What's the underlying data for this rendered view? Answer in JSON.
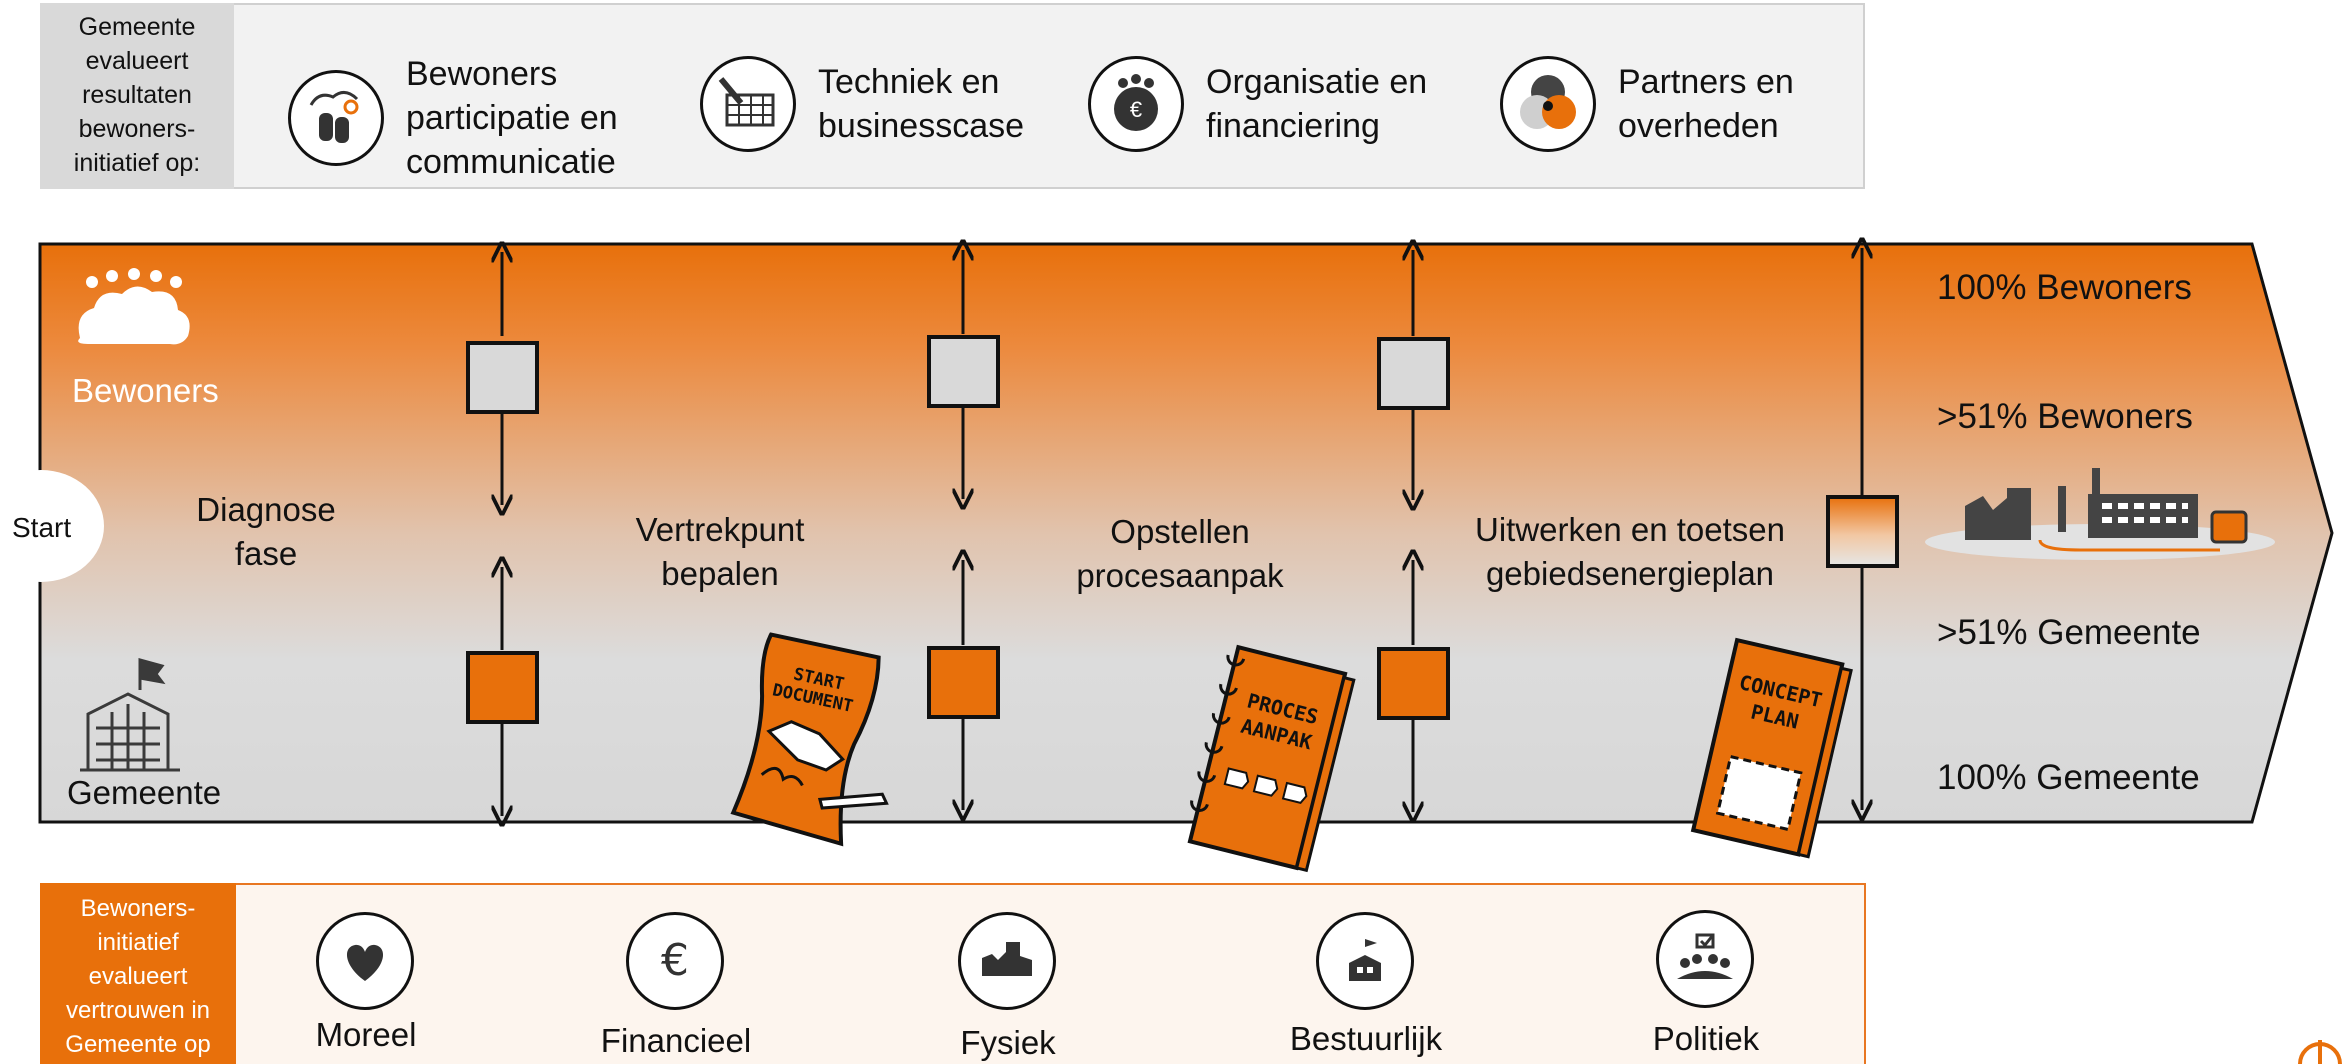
{
  "top_panel": {
    "label": "Gemeente\nevalueert\nresultaten\nbewoners-\ninitiatief op:",
    "criteria": [
      {
        "icon": "participation-icon",
        "text": "Bewoners\nparticipatie en\ncommunicatie"
      },
      {
        "icon": "technique-icon",
        "text": "Techniek en\nbusinesscase"
      },
      {
        "icon": "finance-icon",
        "text": "Organisatie en\nfinanciering"
      },
      {
        "icon": "partners-icon",
        "text": "Partners en\noverheden"
      }
    ]
  },
  "band": {
    "start": "Start",
    "residents_label": "Bewoners",
    "municipality_label": "Gemeente",
    "phases": [
      "Diagnose\nfase",
      "Vertrekpunt\nbepalen",
      "Opstellen\nprocesaanpak",
      "Uitwerken en toetsen\ngebiedsenergieplan"
    ],
    "levels": [
      "100% Bewoners",
      ">51% Bewoners",
      ">51% Gemeente",
      "100% Gemeente"
    ],
    "documents": [
      {
        "icon": "start-document-icon",
        "text": "START\nDOCUMENT"
      },
      {
        "icon": "process-plan-icon",
        "text": "PROCES\nAANPAK"
      },
      {
        "icon": "concept-plan-icon",
        "text": "CONCEPT\nPLAN"
      }
    ]
  },
  "bottom_panel": {
    "label": "Bewoners-\ninitiatief\nevalueert\nvertrouwen in\nGemeente op",
    "items": [
      {
        "icon": "heart-icon",
        "label": "Moreel"
      },
      {
        "icon": "euro-icon",
        "label": "Financieel"
      },
      {
        "icon": "landscape-icon",
        "label": "Fysiek"
      },
      {
        "icon": "governance-icon",
        "label": "Bestuurlijk"
      },
      {
        "icon": "politics-icon",
        "label": "Politiek"
      }
    ]
  },
  "colors": {
    "orange": "#e8700b",
    "grey": "#d9d9d9",
    "box_grey": "#d9d9d9",
    "dark": "#111111"
  }
}
